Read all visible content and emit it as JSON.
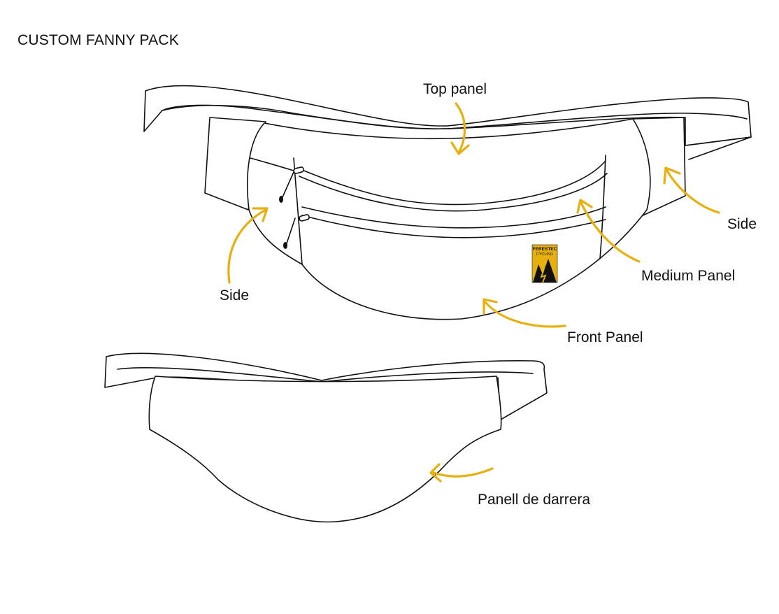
{
  "title": "CUSTOM FANNY PACK",
  "labels": {
    "top_panel": "Top panel",
    "side_right": "Side",
    "side_left": "Side",
    "medium_panel": "Medium Panel",
    "front_panel": "Front Panel",
    "back_panel": "Panell de darrera"
  },
  "logo": {
    "line1": "FERESTEC",
    "line2": "CYCLING",
    "bg_color": "#e8b00f"
  },
  "colors": {
    "arrow": "#e8b00f",
    "outline": "#111111"
  }
}
